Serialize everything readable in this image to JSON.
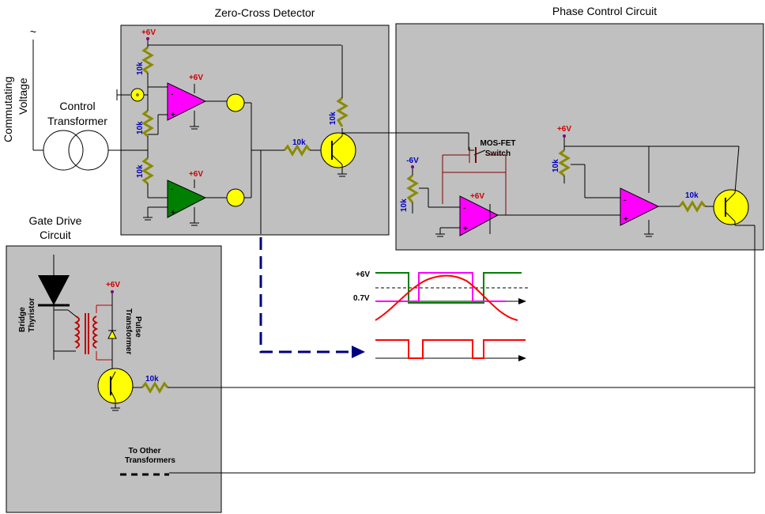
{
  "titles": {
    "zero_cross": "Zero-Cross Detector",
    "phase_control": "Phase Control Circuit",
    "gate_drive_1": "Gate Drive",
    "gate_drive_2": "Circuit",
    "control_transformer_1": "Control",
    "control_transformer_2": "Transformer",
    "commutating_1": "Commutating",
    "commutating_2": "Voltage",
    "ac_symbol": "~"
  },
  "labels": {
    "mosfet_1": "MOS-FET",
    "mosfet_2": "Switch",
    "bridge_1": "Bridge",
    "bridge_2": "Thyristor",
    "pulse_1": "Pulse",
    "pulse_2": "Transformer",
    "other_1": "To Other",
    "other_2": "Transformers",
    "wave_v6": "+6V",
    "wave_v07": "0.7V"
  },
  "values": {
    "r10k": "10k",
    "pos6": "+6V",
    "neg6": "-6V",
    "plus": "+",
    "minus": "-"
  },
  "colors": {
    "panel": "#c0c0c0",
    "opamp_magenta": "#ff00ff",
    "opamp_green": "#008000",
    "transistor_yellow": "#ffff00",
    "resistor": "#8a8a00",
    "dashed_arrow": "#000080",
    "wave_red": "#ff0000",
    "wave_green": "#008000",
    "wave_magenta": "#ff00ff"
  }
}
